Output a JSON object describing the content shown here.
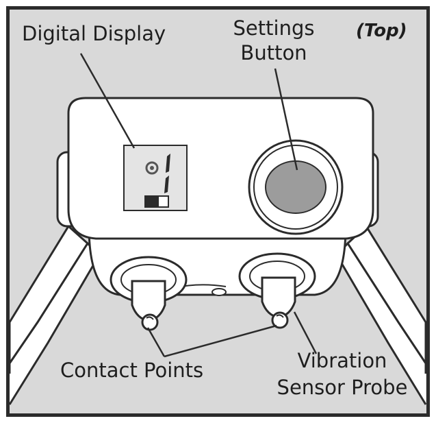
{
  "labels": {
    "digital_display": "Digital Display",
    "settings_line1": "Settings",
    "settings_line2": "Button",
    "view": "(Top)",
    "contact_points": "Contact Points",
    "vibration_line1": "Vibration",
    "vibration_line2": "Sensor Probe"
  },
  "colors": {
    "background": "#d9d9d9",
    "outline": "#2b2b2b",
    "device_body": "#ffffff",
    "button_fill": "#9c9c9c"
  }
}
